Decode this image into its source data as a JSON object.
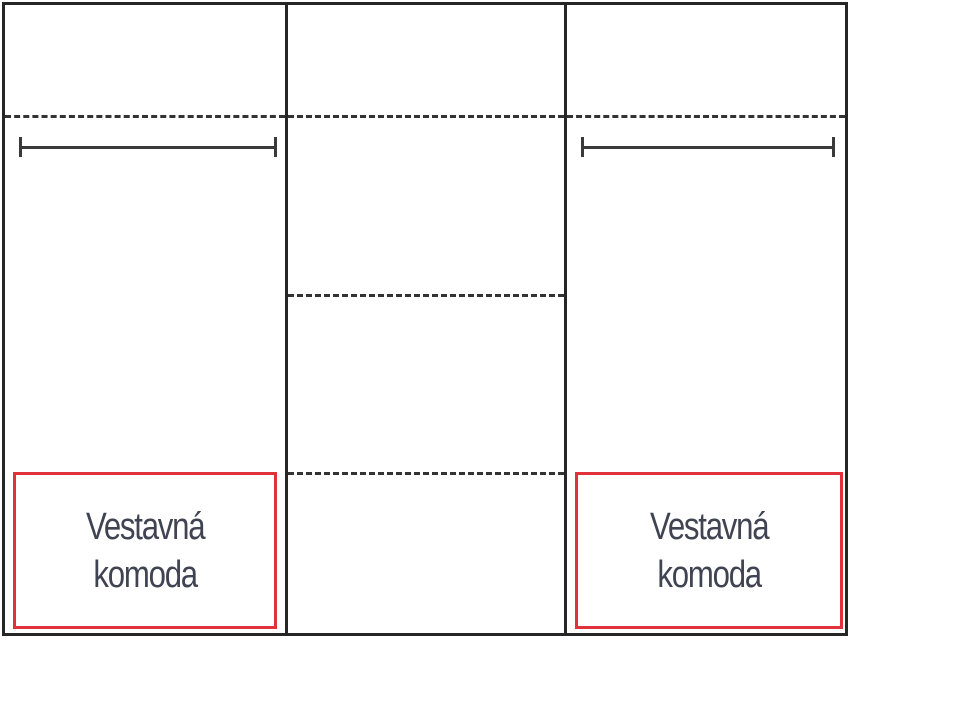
{
  "diagram": {
    "sections": [
      {
        "id": "left",
        "has_top_shelf": true,
        "has_hanging_rod": true,
        "dresser": {
          "line1": "Vestavná",
          "line2": "komoda"
        }
      },
      {
        "id": "middle",
        "shelf_count": 3
      },
      {
        "id": "right",
        "has_top_shelf": true,
        "has_hanging_rod": true,
        "dresser": {
          "line1": "Vestavná",
          "line2": "komoda"
        }
      }
    ],
    "colors": {
      "outline": "#262626",
      "shelf_dash": "#333333",
      "dresser_border": "#e0323a",
      "label_text": "#3f4352"
    }
  }
}
